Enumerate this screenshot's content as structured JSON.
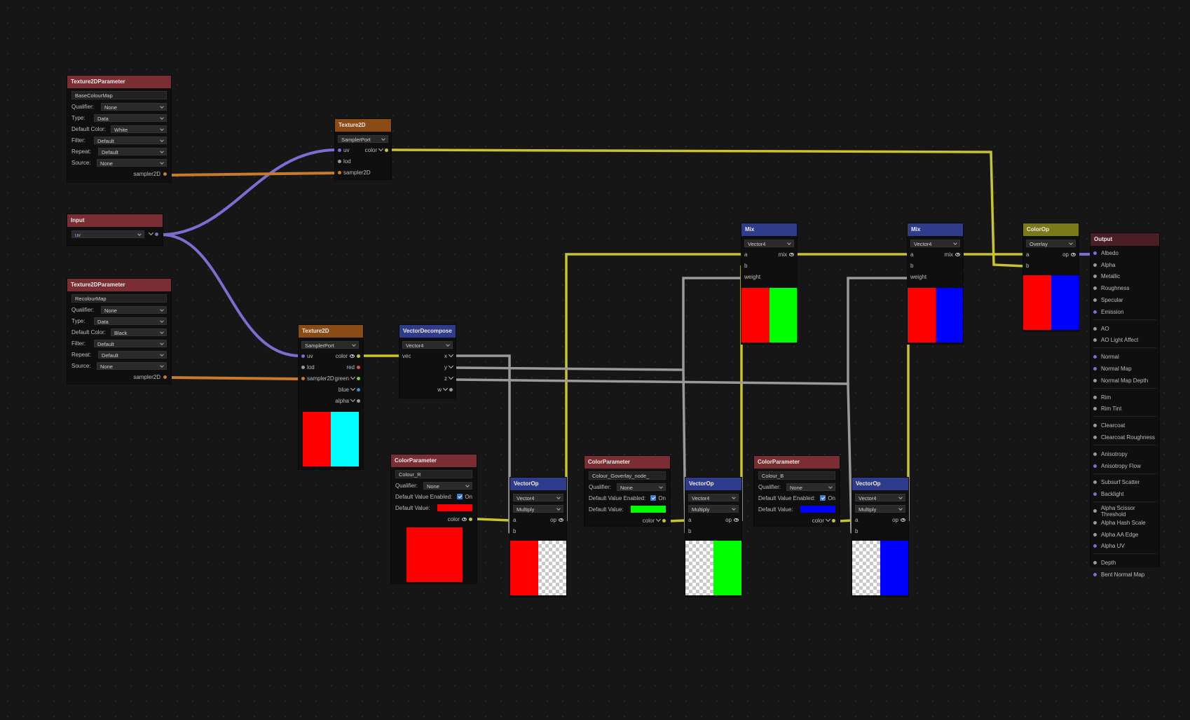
{
  "colors": {
    "wire_uv": "#7a6fd1",
    "wire_sampler": "#c97a2a",
    "wire_color": "#c9c32e",
    "wire_scalar": "#9a9a9a"
  },
  "tex_param_1": {
    "title": "Texture2DParameter",
    "name_value": "BaseColourMap",
    "qualifier_label": "Qualifier:",
    "qualifier_value": "None",
    "type_label": "Type:",
    "type_value": "Data",
    "default_color_label": "Default Color:",
    "default_color_value": "White",
    "filter_label": "Filter:",
    "filter_value": "Default",
    "repeat_label": "Repeat:",
    "repeat_value": "Default",
    "source_label": "Source:",
    "source_value": "None",
    "out_label": "sampler2D"
  },
  "input_node": {
    "title": "Input",
    "value": "uv"
  },
  "tex_param_2": {
    "title": "Texture2DParameter",
    "name_value": "RecolourMap",
    "qualifier_label": "Qualifier:",
    "qualifier_value": "None",
    "type_label": "Type:",
    "type_value": "Data",
    "default_color_label": "Default Color:",
    "default_color_value": "Black",
    "filter_label": "Filter:",
    "filter_value": "Default",
    "repeat_label": "Repeat:",
    "repeat_value": "Default",
    "source_label": "Source:",
    "source_value": "None",
    "out_label": "sampler2D"
  },
  "texture_1": {
    "title": "Texture2D",
    "mode_value": "SamplerPort",
    "uv_label": "uv",
    "color_label": "color",
    "lod_label": "lod",
    "sampler_label": "sampler2D"
  },
  "texture_2": {
    "title": "Texture2D",
    "mode_value": "SamplerPort",
    "uv_label": "uv",
    "color_label": "color",
    "lod_label": "lod",
    "sampler_label": "sampler2D",
    "red_label": "red",
    "green_label": "green",
    "blue_label": "blue",
    "alpha_label": "alpha"
  },
  "vector_decompose": {
    "title": "VectorDecompose",
    "type_value": "Vector4",
    "vec_label": "vec",
    "x_label": "x",
    "y_label": "y",
    "z_label": "z",
    "w_label": "w"
  },
  "color_param_r": {
    "title": "ColorParameter",
    "name_value": "Colour_R",
    "qualifier_label": "Qualifier:",
    "qualifier_value": "None",
    "enabled_label": "Default Value Enabled:",
    "enabled_value": "On",
    "default_label": "Default Value:",
    "swatch": "#ff0000",
    "out_label": "color"
  },
  "color_param_g": {
    "title": "ColorParameter",
    "name_value": "Colour_Goverlay_node_",
    "qualifier_label": "Qualifier:",
    "qualifier_value": "None",
    "enabled_label": "Default Value Enabled:",
    "enabled_value": "On",
    "default_label": "Default Value:",
    "swatch": "#00ff00",
    "out_label": "color"
  },
  "color_param_b": {
    "title": "ColorParameter",
    "name_value": "Colour_B",
    "qualifier_label": "Qualifier:",
    "qualifier_value": "None",
    "enabled_label": "Default Value Enabled:",
    "enabled_value": "On",
    "default_label": "Default Value:",
    "swatch": "#0000ff",
    "out_label": "color"
  },
  "vop_1": {
    "title": "VectorOp",
    "type_value": "Vector4",
    "op_value": "Multiply",
    "a_label": "a",
    "op_label": "op",
    "b_label": "b"
  },
  "vop_2": {
    "title": "VectorOp",
    "type_value": "Vector4",
    "op_value": "Multiply",
    "a_label": "a",
    "op_label": "op",
    "b_label": "b"
  },
  "vop_3": {
    "title": "VectorOp",
    "type_value": "Vector4",
    "op_value": "Multiply",
    "a_label": "a",
    "op_label": "op",
    "b_label": "b"
  },
  "mix_1": {
    "title": "Mix",
    "type_value": "Vector4",
    "a_label": "a",
    "mix_label": "mix",
    "b_label": "b",
    "weight_label": "weight"
  },
  "mix_2": {
    "title": "Mix",
    "type_value": "Vector4",
    "a_label": "a",
    "mix_label": "mix",
    "b_label": "b",
    "weight_label": "weight"
  },
  "color_op": {
    "title": "ColorOp",
    "op_value": "Overlay",
    "a_label": "a",
    "op_label": "op",
    "b_label": "b"
  },
  "output": {
    "title": "Output",
    "groups": [
      [
        "Albedo",
        "Alpha",
        "Metallic",
        "Roughness",
        "Specular",
        "Emission"
      ],
      [
        "AO",
        "AO Light Affect"
      ],
      [
        "Normal",
        "Normal Map",
        "Normal Map Depth"
      ],
      [
        "Rim",
        "Rim Tint"
      ],
      [
        "Clearcoat",
        "Clearcoat Roughness"
      ],
      [
        "Anisotropy",
        "Anisotropy Flow"
      ],
      [
        "Subsurf Scatter",
        "Backlight"
      ],
      [
        "Alpha Scissor Threshold",
        "Alpha Hash Scale",
        "Alpha AA Edge",
        "Alpha UV"
      ],
      [
        "Depth",
        "Bent Normal Map"
      ]
    ]
  }
}
